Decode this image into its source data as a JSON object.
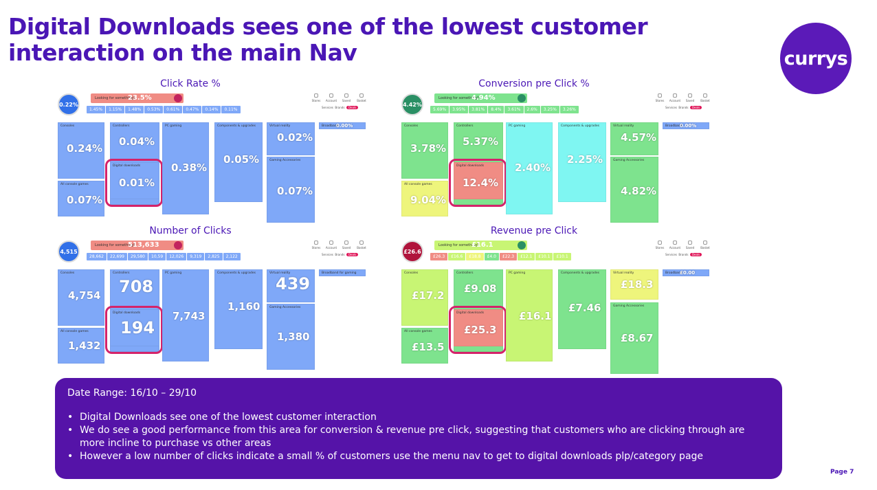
{
  "title": "Digital Downloads sees one of the lowest customer interaction on the main Nav",
  "logo_text": "currys",
  "colors": {
    "brand": "#5513a8",
    "highlight": "#d4236a",
    "blue": "#7fa8f8",
    "green": "#7ee38e",
    "cyan": "#7ff6f2",
    "yellow": "#eef57c",
    "lime": "#c8f574",
    "red": "#f08c84"
  },
  "panels": {
    "click_rate": {
      "title": "Click Rate %",
      "kpi": "0.22%",
      "search_label": "Looking for something?",
      "search_value": "23.5%",
      "nav_values": [
        "1.45%",
        "1.15%",
        "1.48%",
        "0.53%",
        "0.61%",
        "0.47%",
        "0.14%",
        "0.11%"
      ],
      "icons": [
        "Stores",
        "Account",
        "Saved",
        "Basket"
      ],
      "nav_links": [
        "Services",
        "Brands",
        "Deals"
      ],
      "categories": {
        "consoles": {
          "label": "Consoles",
          "value": "0.24%"
        },
        "console_games": {
          "label": "All console games",
          "value": "0.07%"
        },
        "controllers": {
          "label": "Controllers",
          "value": "0.04%"
        },
        "digital_downloads": {
          "label": "Digital downloads",
          "value": "0.01%"
        },
        "pc_gaming": {
          "label": "PC gaming",
          "value": "0.38%"
        },
        "components": {
          "label": "Components & upgrades",
          "value": "0.05%"
        },
        "virtual_reality": {
          "label": "Virtual reality",
          "value": "0.02%"
        },
        "gaming_accessories": {
          "label": "Gaming Accessories",
          "value": "0.07%"
        },
        "broadband": {
          "label": "Broadband",
          "value": "0.00%"
        }
      }
    },
    "conversion": {
      "title": "Conversion pre Click %",
      "kpi": "4.42%",
      "search_label": "Looking for something?",
      "search_value": "4.94%",
      "nav_values": [
        "5.69%",
        "3.95%",
        "3.81%",
        "8.4%",
        "3.61%",
        "2.6%",
        "3.25%",
        "3.26%"
      ],
      "icons": [
        "Stores",
        "Account",
        "Saved",
        "Basket"
      ],
      "nav_links": [
        "Services",
        "Brands",
        "Deals"
      ],
      "categories": {
        "consoles": {
          "label": "Consoles",
          "value": "3.78%"
        },
        "console_games": {
          "label": "All console games",
          "value": "9.04%"
        },
        "controllers": {
          "label": "Controllers",
          "value": "5.37%"
        },
        "digital_downloads": {
          "label": "Digital downloads",
          "value": "12.4%"
        },
        "pc_gaming": {
          "label": "PC gaming",
          "value": "2.40%"
        },
        "components": {
          "label": "Components & upgrades",
          "value": "2.25%"
        },
        "virtual_reality": {
          "label": "Virtual reality",
          "value": "4.57%"
        },
        "gaming_accessories": {
          "label": "Gaming Accessories",
          "value": "4.82%"
        },
        "broadband": {
          "label": "Broadband",
          "value": "0.00%"
        }
      }
    },
    "clicks": {
      "title": "Number of Clicks",
      "kpi": "4,515",
      "search_label": "Looking for something?",
      "search_value": "513,633",
      "nav_values": [
        "28,662",
        "22,699",
        "29,580",
        "10,59",
        "12,026",
        "9,319",
        "2,825",
        "2,122"
      ],
      "icons": [
        "Stores",
        "Account",
        "Saved",
        "Basket"
      ],
      "nav_links": [
        "Services",
        "Brands",
        "Deals"
      ],
      "categories": {
        "consoles": {
          "label": "Consoles",
          "value": "4,754"
        },
        "console_games": {
          "label": "All console games",
          "value": "1,432"
        },
        "controllers": {
          "label": "Controllers",
          "value": "708"
        },
        "digital_downloads": {
          "label": "Digital downloads",
          "value": "194"
        },
        "pc_gaming": {
          "label": "PC gaming",
          "value": "7,743"
        },
        "components": {
          "label": "Components & upgrades",
          "value": "1,160"
        },
        "virtual_reality": {
          "label": "Virtual reality",
          "value": "439"
        },
        "gaming_accessories": {
          "label": "Gaming Accessories",
          "value": "1,380"
        },
        "broadband": {
          "label": "Broadband for gaming",
          "value": ""
        }
      }
    },
    "revenue": {
      "title": "Revenue pre Click",
      "kpi": "£26.6",
      "search_label": "Looking for something?",
      "search_value": "£16.1",
      "nav_values": [
        "£26.3",
        "£16.6",
        "£18.8",
        "£4.0",
        "£22.3",
        "£12.1",
        "£10.1",
        "£10.1"
      ],
      "icons": [
        "Stores",
        "Account",
        "Saved",
        "Basket"
      ],
      "nav_links": [
        "Services",
        "Brands",
        "Deals"
      ],
      "categories": {
        "consoles": {
          "label": "Consoles",
          "value": "£17.2"
        },
        "console_games": {
          "label": "All console games",
          "value": "£13.5"
        },
        "controllers": {
          "label": "Controllers",
          "value": "£9.08"
        },
        "digital_downloads": {
          "label": "Digital downloads",
          "value": "£25.3"
        },
        "pc_gaming": {
          "label": "PC gaming",
          "value": "£16.1"
        },
        "components": {
          "label": "Components & upgrades",
          "value": "£7.46"
        },
        "virtual_reality": {
          "label": "Virtual reality",
          "value": "£18.3"
        },
        "gaming_accessories": {
          "label": "Gaming Accessories",
          "value": "£8.67"
        },
        "broadband": {
          "label": "Broadband",
          "value": "£0.00"
        }
      }
    }
  },
  "summary": {
    "date_range": "Date Range: 16/10 – 29/10",
    "bullets": [
      "Digital Downloads see one of the lowest customer interaction",
      "We do see a good performance from this area for conversion & revenue pre click, suggesting that customers who are clicking through are more incline to purchase vs other areas",
      "However a low number of clicks indicate a small % of customers use the menu nav to get to digital downloads plp/category page"
    ]
  },
  "page_number": "Page 7"
}
